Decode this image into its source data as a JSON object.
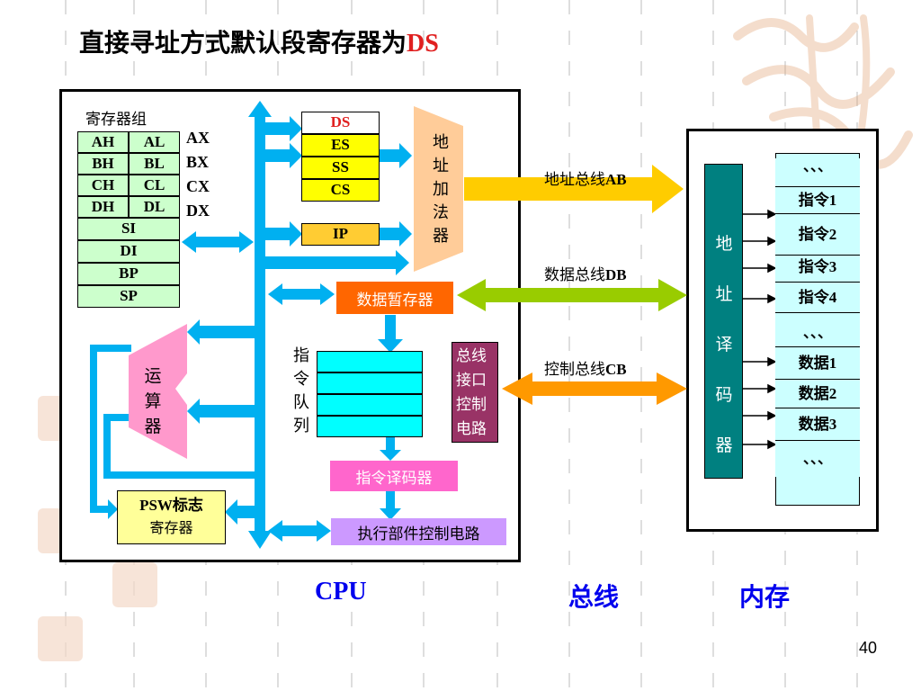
{
  "title": {
    "main": "直接寻址方式默认段寄存器为",
    "highlight": "DS"
  },
  "registers": {
    "group_label": "寄存器组",
    "pairs": [
      {
        "high": "AH",
        "low": "AL",
        "name": "AX"
      },
      {
        "high": "BH",
        "low": "BL",
        "name": "BX"
      },
      {
        "high": "CH",
        "low": "CL",
        "name": "CX"
      },
      {
        "high": "DH",
        "low": "DL",
        "name": "DX"
      }
    ],
    "singles": [
      "SI",
      "DI",
      "BP",
      "SP"
    ]
  },
  "segments": [
    "DS",
    "ES",
    "SS",
    "CS"
  ],
  "ip": "IP",
  "address_adder": [
    "地",
    "址",
    "加",
    "法",
    "器"
  ],
  "data_temp_register": "数据暂存器",
  "alu": [
    "运",
    "算",
    "器"
  ],
  "instruction_queue": [
    "指",
    "令",
    "队",
    "列"
  ],
  "bus_interface": [
    "总线",
    "接口",
    "控制",
    "电路"
  ],
  "instruction_decoder": "指令译码器",
  "psw": [
    "PSW标志",
    "寄存器"
  ],
  "exec_control": "执行部件控制电路",
  "buses": {
    "address": {
      "prefix": "地址总线",
      "suffix": "AB"
    },
    "data": {
      "prefix": "数据总线",
      "suffix": "DB"
    },
    "control": {
      "prefix": "控制总线",
      "suffix": "CB"
    }
  },
  "address_decoder": [
    "地",
    "址",
    "译",
    "码",
    "器"
  ],
  "memory_cells": [
    "、、、",
    "指令1",
    "指令2",
    "指令3",
    "指令4",
    "、、、",
    "数据1",
    "数据2",
    "数据3",
    "、、、"
  ],
  "bottom_labels": {
    "cpu": "CPU",
    "bus": "总线",
    "memory": "内存"
  },
  "page_number": "40",
  "colors": {
    "arrow_blue": "#00b0f0",
    "address_bus": "#ffcc00",
    "data_bus": "#99cc00",
    "control_bus": "#ff9900",
    "data_temp": "#ff6600",
    "decoder_pink": "#ff66cc",
    "alu_pink": "#ff99cc",
    "exec_purple": "#cc99ff",
    "bus_interface": "#993366",
    "mem_decoder": "#008080",
    "adder_peach": "#ffcc99",
    "highlight_red": "#e02020"
  }
}
